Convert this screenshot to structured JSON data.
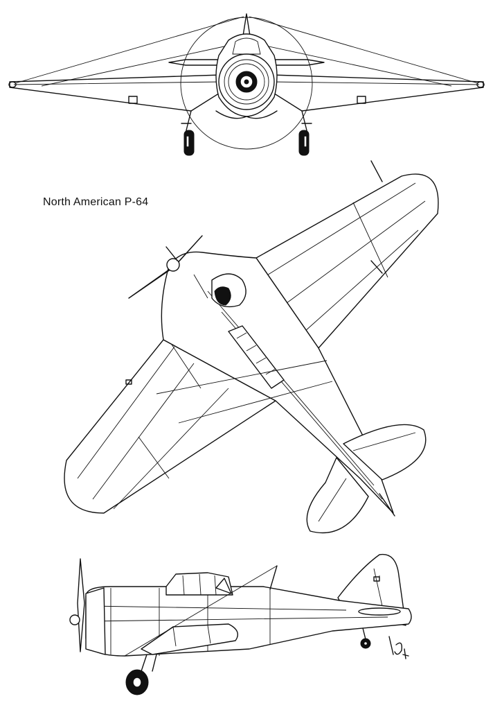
{
  "title": "North American P-64",
  "signature": "LS",
  "views": [
    "front-view",
    "top-view",
    "side-view"
  ]
}
